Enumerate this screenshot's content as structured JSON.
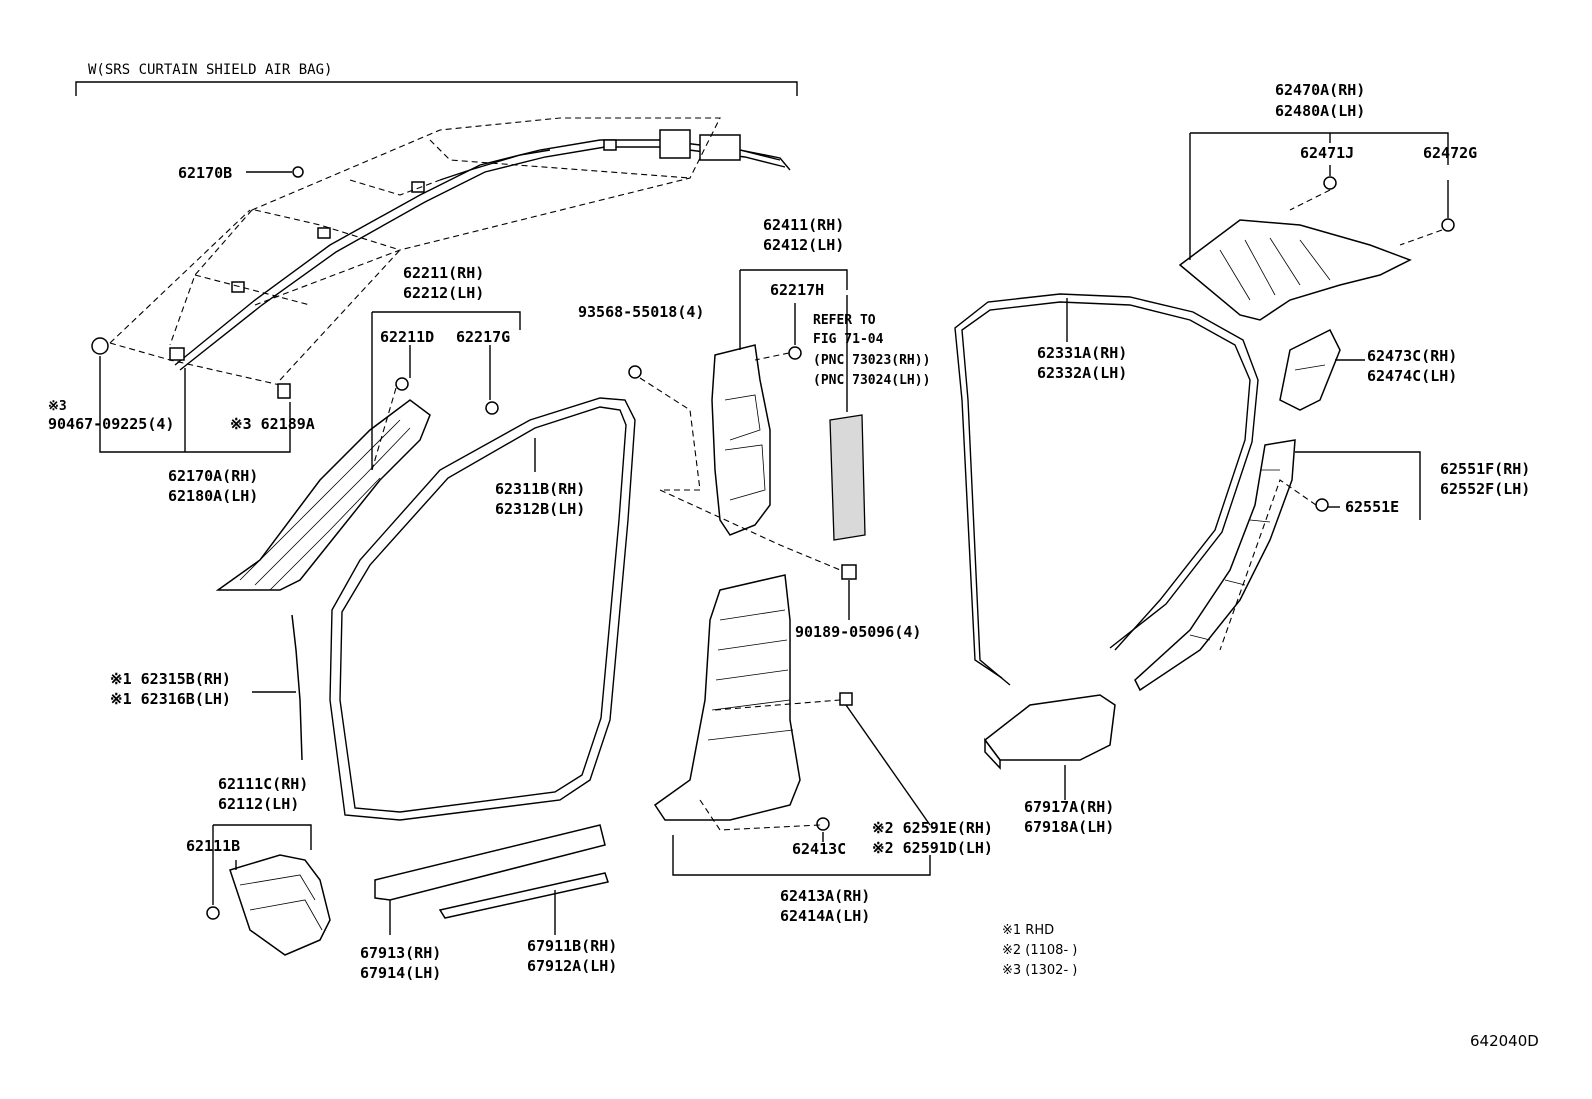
{
  "header": {
    "title": "W(SRS CURTAIN SHIELD AIR BAG)"
  },
  "labels": {
    "p62170B": "62170B",
    "p90467_mark": "※3",
    "p90467": "90467-09225(4)",
    "p62189A": "※3 62189A",
    "p62170A": "62170A(RH)",
    "p62180A": "62180A(LH)",
    "p62211": "62211(RH)",
    "p62212": "62212(LH)",
    "p62211D": "62211D",
    "p62217G": "62217G",
    "p62315B": "※1 62315B(RH)",
    "p62316B": "※1 62316B(LH)",
    "p62111C": "62111C(RH)",
    "p62112": "62112(LH)",
    "p62111B": "62111B",
    "p62311B": "62311B(RH)",
    "p62312B": "62312B(LH)",
    "p93568": "93568-55018(4)",
    "p62411": "62411(RH)",
    "p62412": "62412(LH)",
    "p62217H": "62217H",
    "refer1": "REFER TO",
    "refer2": "FIG 71-04",
    "refer3": "(PNC 73023(RH))",
    "refer4": "(PNC 73024(LH))",
    "p90189": "90189-05096(4)",
    "p67913": "67913(RH)",
    "p67914": "67914(LH)",
    "p67911B": "67911B(RH)",
    "p67912A": "67912A(LH)",
    "p62413C": "62413C",
    "p62591E": "※2 62591E(RH)",
    "p62591D": "※2 62591D(LH)",
    "p62413A": "62413A(RH)",
    "p62414A": "62414A(LH)",
    "p62331A": "62331A(RH)",
    "p62332A": "62332A(LH)",
    "p67917A": "67917A(RH)",
    "p67918A": "67918A(LH)",
    "p62470A": "62470A(RH)",
    "p62480A": "62480A(LH)",
    "p62471J": "62471J",
    "p62472G": "62472G",
    "p62473C": "62473C(RH)",
    "p62474C": "62474C(LH)",
    "p62551F": "62551F(RH)",
    "p62552F": "62552F(LH)",
    "p62551E": "62551E"
  },
  "notes": {
    "n1": "※1 RHD",
    "n2": "※2 (1108-      )",
    "n3": "※3 (1302-      )"
  },
  "diagram_code": "642040D"
}
